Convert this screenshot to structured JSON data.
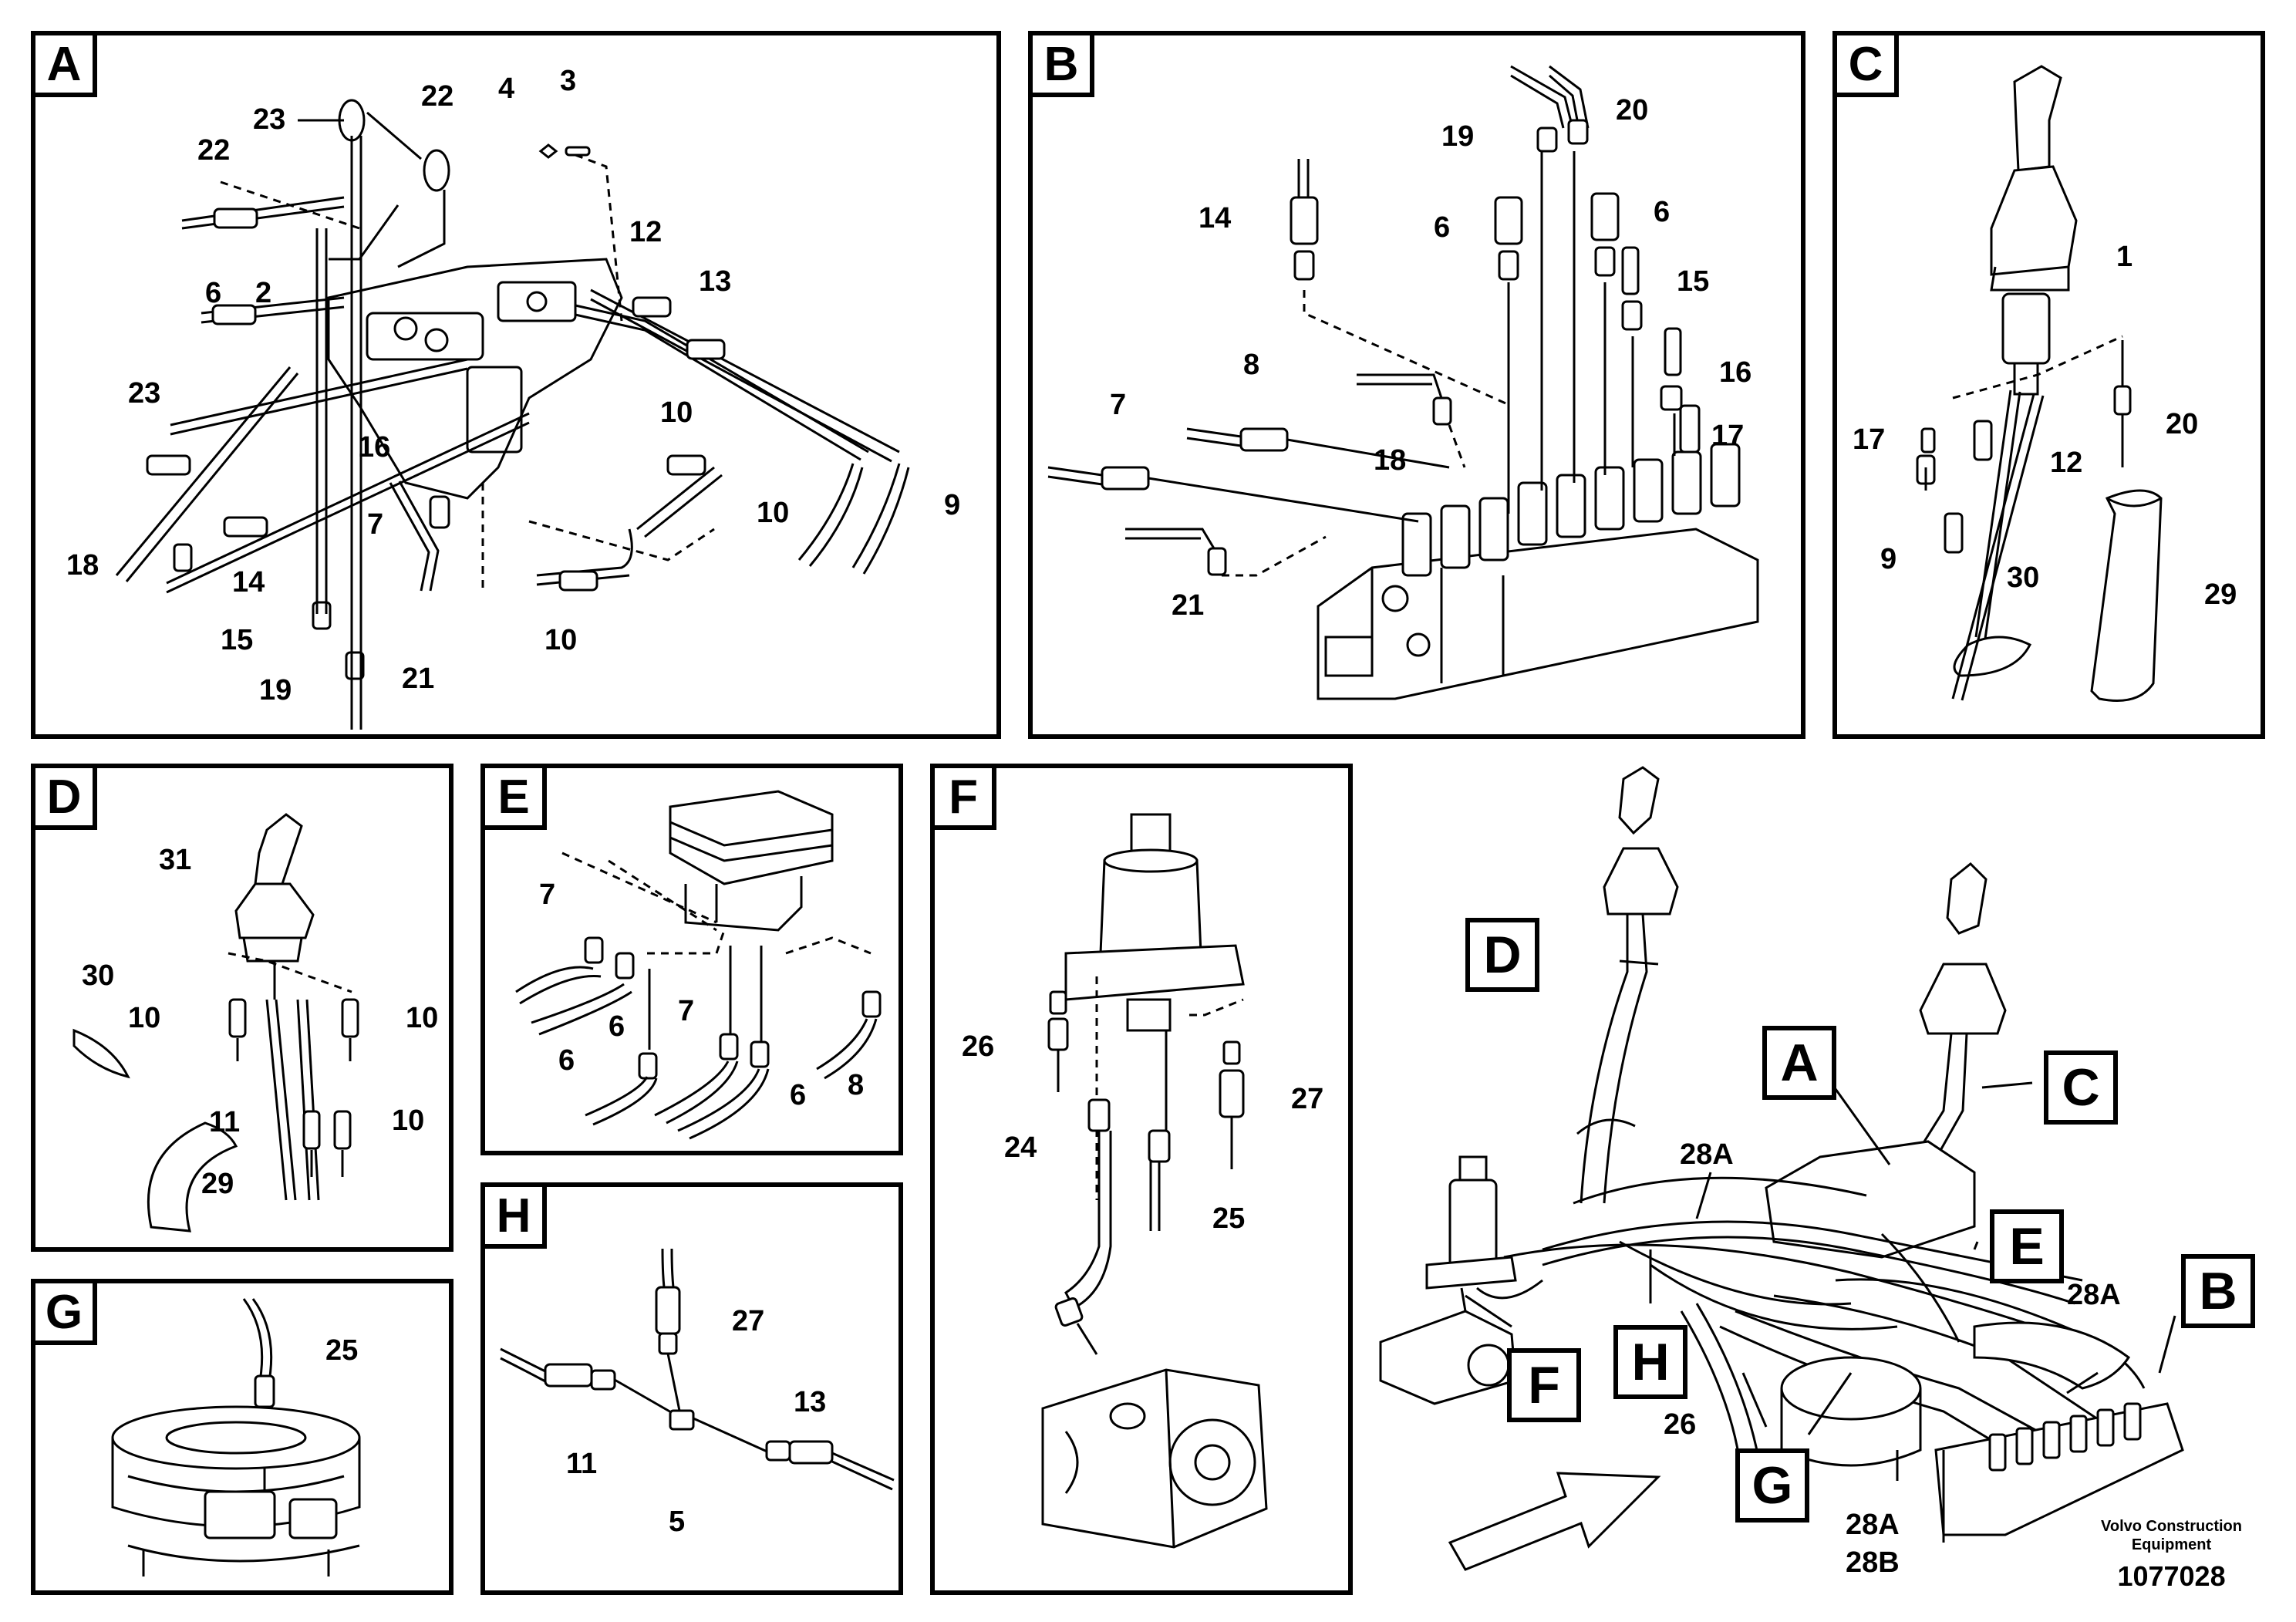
{
  "panels": {
    "A": {
      "tag": "A",
      "labels": [
        "23",
        "22",
        "22",
        "4",
        "3",
        "12",
        "13",
        "6",
        "2",
        "23",
        "16",
        "10",
        "10",
        "9",
        "7",
        "18",
        "14",
        "15",
        "19",
        "21",
        "10"
      ]
    },
    "B": {
      "tag": "B",
      "labels": [
        "20",
        "19",
        "14",
        "6",
        "6",
        "15",
        "16",
        "8",
        "7",
        "18",
        "17",
        "21"
      ]
    },
    "C": {
      "tag": "C",
      "labels": [
        "1",
        "17",
        "20",
        "12",
        "9",
        "30",
        "29"
      ]
    },
    "D": {
      "tag": "D",
      "labels": [
        "31",
        "30",
        "10",
        "10",
        "11",
        "10",
        "29"
      ]
    },
    "E": {
      "tag": "E",
      "labels": [
        "7",
        "6",
        "6",
        "7",
        "6",
        "8"
      ]
    },
    "F": {
      "tag": "F",
      "labels": [
        "26",
        "27",
        "24",
        "25"
      ]
    },
    "G": {
      "tag": "G",
      "labels": [
        "25"
      ]
    },
    "H": {
      "tag": "H",
      "labels": [
        "27",
        "11",
        "13",
        "5"
      ]
    }
  },
  "overview": {
    "callouts": [
      "D",
      "A",
      "C",
      "E",
      "B",
      "F",
      "H",
      "G"
    ],
    "labels": [
      "28A",
      "28A",
      "26",
      "28A",
      "28B"
    ]
  },
  "footer": {
    "publisher_line1": "Volvo Construction",
    "publisher_line2": "Equipment",
    "drawing_number": "1077028"
  }
}
